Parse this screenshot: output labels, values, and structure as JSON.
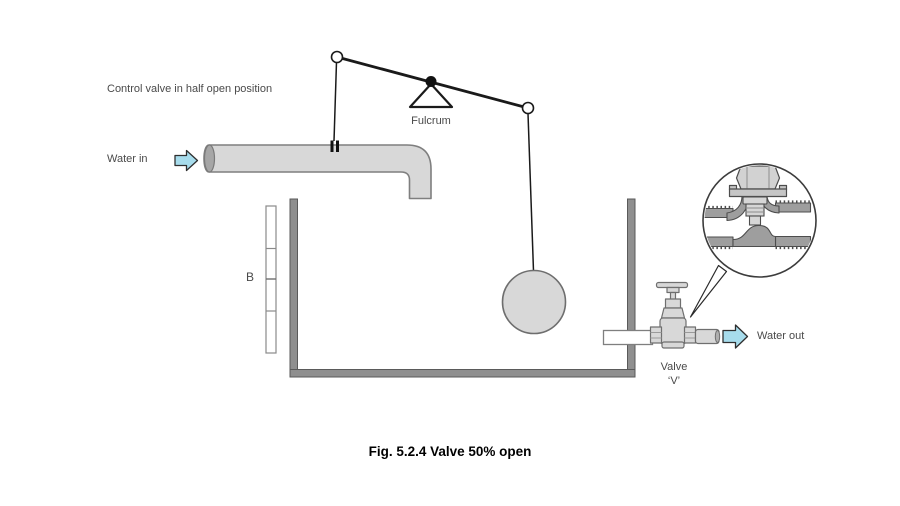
{
  "figure": {
    "caption": "Fig. 5.2.4 Valve 50% open"
  },
  "annotations": {
    "control_valve_note": "Control valve in half open position",
    "water_in": "Water in",
    "fulcrum": "Fulcrum",
    "level_scale": "B",
    "valve_name_line1": "Valve",
    "valve_name_line2": "‘V’",
    "water_out": "Water out"
  },
  "icons": {
    "water_in_arrow": "flow-arrow-right",
    "water_out_arrow": "flow-arrow-right",
    "magnifier_inset": "valve-cross-section"
  },
  "colors": {
    "flow_arrow_fill": "#a7dcec",
    "pipe_fill": "#d8d8d8",
    "pipe_stroke": "#7f7f7f",
    "tank_wall_fill": "#8f8f8f",
    "tank_wall_stroke": "#5a5a5a",
    "linkage_stroke": "#1a1a1a",
    "valve_body_fill": "#d8d8d8",
    "inset_body_fill": "#9e9e9e",
    "label_text": "#4a4a4a",
    "caption_text": "#000000"
  }
}
